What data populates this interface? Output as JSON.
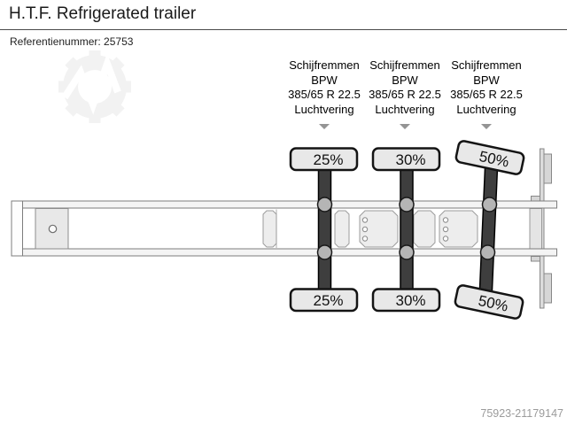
{
  "header": {
    "title": "H.T.F. Refrigerated trailer",
    "reference": "Referentienummer: 25753"
  },
  "axles": [
    {
      "brakes": "Schijfremmen",
      "brand": "BPW",
      "tire_size": "385/65 R 22.5",
      "suspension": "Luchtvering",
      "top_wear": "25%",
      "bottom_wear": "25%"
    },
    {
      "brakes": "Schijfremmen",
      "brand": "BPW",
      "tire_size": "385/65 R 22.5",
      "suspension": "Luchtvering",
      "top_wear": "30%",
      "bottom_wear": "30%"
    },
    {
      "brakes": "Schijfremmen",
      "brand": "BPW",
      "tire_size": "385/65 R 22.5",
      "suspension": "Luchtvering",
      "top_wear": "50%",
      "bottom_wear": "50%"
    }
  ],
  "footer": {
    "code": "75923-21179147"
  },
  "colors": {
    "axle_bar": "#3e3e3e",
    "tire_fill": "#e8e8e8",
    "tire_stroke": "#141414",
    "hub_fill": "#b5b5b5",
    "rail_fill": "#f4f4f4",
    "panel_fill": "#ededed",
    "arrow": "#949494",
    "watermark": "#f2f2f2"
  }
}
